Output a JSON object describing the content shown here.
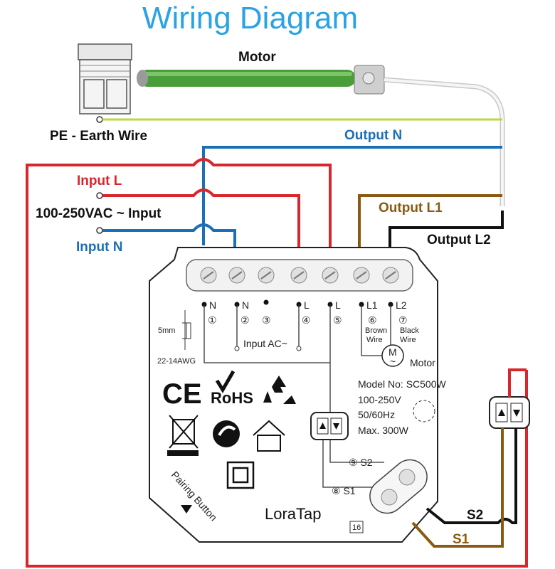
{
  "title": "Wiring Diagram",
  "labels": {
    "motor": "Motor",
    "pe": "PE - Earth Wire",
    "output_n": "Output N",
    "input_l": "Input L",
    "input_ac": "100-250VAC ~ Input",
    "input_n": "Input N",
    "output_l1": "Output L1",
    "output_l2": "Output L2",
    "s1": "S1",
    "s2": "S2"
  },
  "terminals": [
    {
      "name": "N",
      "num": "①"
    },
    {
      "name": "N",
      "num": "②"
    },
    {
      "name": "",
      "num": "③"
    },
    {
      "name": "L",
      "num": "④"
    },
    {
      "name": "L",
      "num": "⑤"
    },
    {
      "name": "L1",
      "num": "⑥"
    },
    {
      "name": "L2",
      "num": "⑦"
    }
  ],
  "module": {
    "brown_wire_1": "Brown",
    "brown_wire_2": "Wire",
    "black_wire_1": "Black",
    "black_wire_2": "Wire",
    "input_ac": "Input AC~",
    "motor_m": "M",
    "motor_tilde": "~",
    "motor_label": "Motor",
    "strip_len": "5mm",
    "awg": "22-14AWG",
    "ce": "CE",
    "rohs": "RoHS",
    "model": "Model No: SC500W",
    "voltage": "100-250V",
    "freq": "50/60Hz",
    "power": "Max. 300W",
    "s2": "⑨ S2",
    "s1": "⑧ S1",
    "pairing": "Pairing Button",
    "brand": "LoraTap",
    "code": "16"
  },
  "colors": {
    "red": "#d8262c",
    "blue": "#1b6fb8",
    "brown": "#8a5a12",
    "black": "#111111",
    "earth_green": "#b8d94a",
    "motor_green": "#4a9e3a",
    "title_blue": "#2aa3e6"
  }
}
